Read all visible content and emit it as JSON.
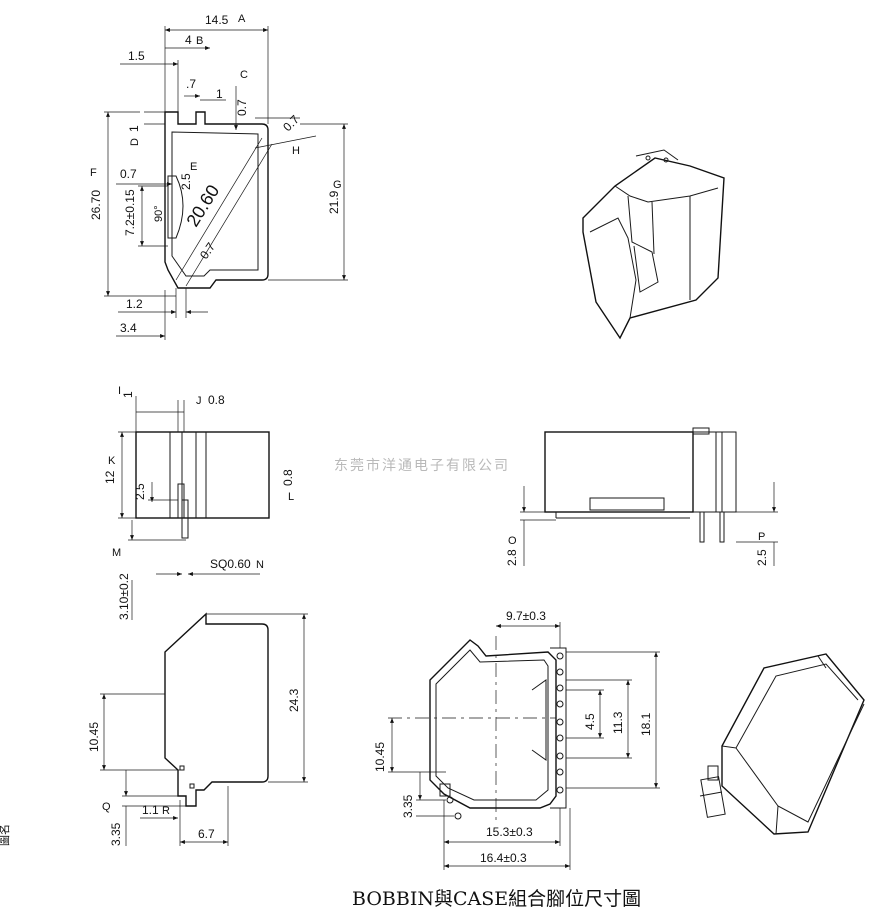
{
  "watermark": "东莞市洋通电子有限公司",
  "caption": "BOBBIN與CASE組合腳位尺寸圖",
  "top_view": {
    "dim_width": "14.5",
    "dim_4": "4",
    "dim_1_5": "1.5",
    "dim_point7": ".7",
    "dim_1": "1",
    "dim_0_7_c": "0.7",
    "dim_1_d": "1",
    "dim_0_7_left": "0.7",
    "dim_2_5": "2.5",
    "dim_diag": "20.60",
    "dim_7_2": "7.2±0.15",
    "dim_height": "26.70",
    "dim_21_9": "21.9",
    "dim_0_7_bottom": "0.7",
    "dim_0_7_h": "0.7",
    "dim_angle": "90°",
    "dim_1_2": "1.2",
    "dim_3_4": "3.4",
    "mark_a": "A",
    "mark_b": "B",
    "mark_c": "C",
    "mark_d": "D",
    "mark_e": "E",
    "mark_f": "F",
    "mark_g": "G",
    "mark_h": "H"
  },
  "side_view": {
    "dim_1": "1",
    "dim_j": "0.8",
    "dim_12": "12",
    "dim_2_5": "2.5",
    "dim_0_8": "0.8",
    "dim_pin": "3.10±0.2",
    "dim_sq": "SQ0.60",
    "mark_i": "I",
    "mark_j": "J",
    "mark_k": "K",
    "mark_l": "L",
    "mark_m": "M",
    "mark_n": "N"
  },
  "right_view": {
    "dim_2_8": "2.8",
    "dim_2_5": "2.5",
    "mark_o": "O",
    "mark_p": "P"
  },
  "bottom_left_view": {
    "dim_10_45": "10.45",
    "dim_24_3": "24.3",
    "dim_1_1": "1.1",
    "dim_3_35": "3.35",
    "dim_6_7": "6.7",
    "mark_q": "Q",
    "mark_r": "R"
  },
  "bottom_center_view": {
    "dim_9_7": "9.7±0.3",
    "dim_10_45": "10.45",
    "dim_3_35": "3.35",
    "dim_4_5": "4.5",
    "dim_11_3": "11.3",
    "dim_18_1": "18.1",
    "dim_15_3": "15.3±0.3",
    "dim_16_4": "16.4±0.3"
  },
  "margin_note": "圖名"
}
